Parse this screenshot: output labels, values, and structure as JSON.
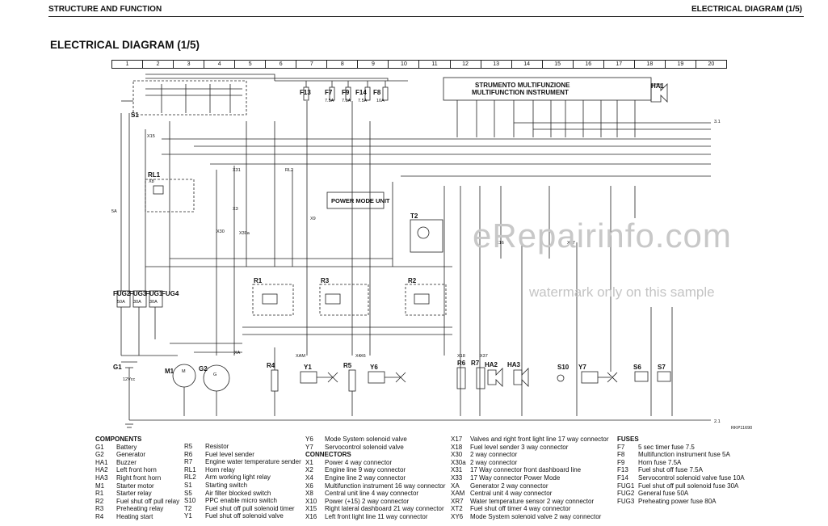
{
  "header": {
    "left": "STRUCTURE AND FUNCTION",
    "right": "ELECTRICAL DIAGRAM (1/5)"
  },
  "title": "ELECTRICAL DIAGRAM (1/5)",
  "grid": [
    "1",
    "2",
    "3",
    "4",
    "5",
    "6",
    "7",
    "8",
    "9",
    "10",
    "11",
    "12",
    "13",
    "14",
    "15",
    "16",
    "17",
    "18",
    "19",
    "20"
  ],
  "diagram": {
    "instrument_line1": "STRUMENTO MULTIFUNZIONE",
    "instrument_line2": "MULTIFUNCTION INSTRUMENT",
    "power_mode_unit": "POWER MODE UNIT",
    "drawing_code": "RKP11690",
    "labels": [
      "HA1",
      "S1",
      "RL1",
      "RL2",
      "F13",
      "F7",
      "F9",
      "F14",
      "F8",
      "7.5A",
      "7.5A",
      "7.5A",
      "10A",
      "5A",
      "T2",
      "R1",
      "R3",
      "R2",
      "G1",
      "12Vcc",
      "M1",
      "G2",
      "R4",
      "Y1",
      "R5",
      "Y6",
      "R6",
      "R7",
      "HA2",
      "HA3",
      "S10",
      "Y7",
      "S6",
      "S7",
      "FUG2",
      "FUG3",
      "FUG1",
      "FUG4",
      "50A",
      "30A",
      "30A",
      "X15",
      "X8",
      "X31",
      "X30",
      "X3",
      "X30a",
      "X9",
      "X16",
      "X17",
      "X18",
      "X37",
      "X4",
      "X6",
      "XAM",
      "XA",
      "M",
      "G",
      "2.1",
      "3.1"
    ]
  },
  "legend": {
    "components_title": "COMPONENTS",
    "connectors_title": "CONNECTORS",
    "fuses_title": "FUSES",
    "col1": [
      [
        "G1",
        "Battery"
      ],
      [
        "G2",
        "Generator"
      ],
      [
        "HA1",
        "Buzzer"
      ],
      [
        "HA2",
        "Left front horn"
      ],
      [
        "HA3",
        "Right front horn"
      ],
      [
        "M1",
        "Starter motor"
      ],
      [
        "R1",
        "Starter relay"
      ],
      [
        "R2",
        "Fuel shut off pull relay"
      ],
      [
        "R3",
        "Preheating relay"
      ],
      [
        "R4",
        "Heating start"
      ]
    ],
    "col2": [
      [
        "R5",
        "Resistor"
      ],
      [
        "R6",
        "Fuel level sender"
      ],
      [
        "R7",
        "Engine water temperature sender"
      ],
      [
        "RL1",
        "Horn relay"
      ],
      [
        "RL2",
        "Arm working light relay"
      ],
      [
        "S1",
        "Starting switch"
      ],
      [
        "S5",
        "Air filter blocked switch"
      ],
      [
        "S10",
        "PPC enable micro switch"
      ],
      [
        "T2",
        "Fuel shut off pull solenoid timer"
      ],
      [
        "Y1",
        "Fuel shut off solenoid valve"
      ]
    ],
    "col3_top": [
      [
        "Y6",
        "Mode System solenoid valve"
      ],
      [
        "Y7",
        "Servocontrol solenoid valve"
      ]
    ],
    "col3": [
      [
        "X1",
        "Power 4 way connector"
      ],
      [
        "X2",
        "Engine line 9 way connector"
      ],
      [
        "X4",
        "Engine line 2 way connector"
      ],
      [
        "X6",
        "Multifunction instrument 16 way connector"
      ],
      [
        "X8",
        "Central unit line 4 way connector"
      ],
      [
        "X10",
        "Power (+15) 2 way connector"
      ],
      [
        "X15",
        "Right lateral dashboard 21 way connector"
      ],
      [
        "X16",
        "Left front light line 11 way connector"
      ]
    ],
    "col4": [
      [
        "X17",
        "Valves and right front light line 17 way connector"
      ],
      [
        "X18",
        "Fuel level sender 3 way connector"
      ],
      [
        "X30",
        "2 way connector"
      ],
      [
        "X30a",
        "2 way connector"
      ],
      [
        "X31",
        "17 Way connector front dashboard line"
      ],
      [
        "X33",
        "17 Way connector Power Mode"
      ],
      [
        "XA",
        "Generator 2 way connector"
      ],
      [
        "XAM",
        "Central unit 4 way connector"
      ],
      [
        "XR7",
        "Water temperature sensor 2 way connector"
      ],
      [
        "XT2",
        "Fuel shut off timer 4 way connector"
      ],
      [
        "XY6",
        "Mode System solenoid valve 2 way connector"
      ]
    ],
    "col5": [
      [
        "F7",
        "5 sec timer fuse 7.5"
      ],
      [
        "F8",
        "Multifunction instrument fuse 5A"
      ],
      [
        "F9",
        "Horn fuse 7.5A"
      ],
      [
        "F13",
        "Fuel shut off fuse 7.5A"
      ],
      [
        "F14",
        "Servocontrol solenoid valve fuse 10A"
      ],
      [
        "FUG1",
        "Fuel shut off pull solenoid fuse 30A"
      ],
      [
        "FUG2",
        "General fuse 50A"
      ],
      [
        "FUG3",
        "Preheating power fuse 80A"
      ]
    ]
  },
  "watermark": {
    "line1": "eRepairinfo.com",
    "line2": "watermark only on this sample"
  }
}
